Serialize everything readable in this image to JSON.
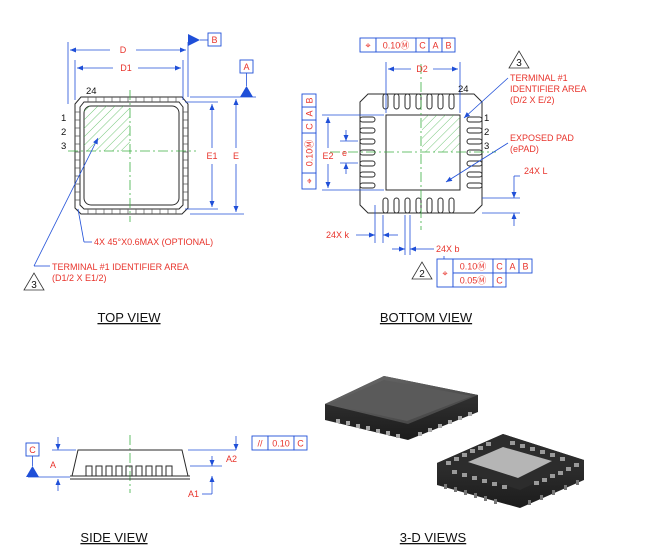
{
  "top_view": {
    "title": "TOP VIEW",
    "label_D": "D",
    "label_D1": "D1",
    "label_E": "E",
    "label_E1": "E1",
    "pin_24": "24",
    "pin_1": "1",
    "pin_2": "2",
    "pin_3": "3",
    "datum_A": "A",
    "datum_B": "B",
    "chamfer_note": "4X 45°X0.6MAX (OPTIONAL)",
    "terminal_note_line1": "TERMINAL #1 IDENTIFIER AREA",
    "terminal_note_line2": "(D1/2 X E1/2)",
    "note_3": "3"
  },
  "bottom_view": {
    "title": "BOTTOM VIEW",
    "label_D2": "D2",
    "label_E2": "E2",
    "label_e": "e",
    "pin_24": "24",
    "pin_1": "1",
    "pin_2": "2",
    "pin_3": "3",
    "note_3": "3",
    "note_2": "2",
    "fcf_top": [
      "⌖",
      "0.10Ⓜ",
      "C",
      "A",
      "B"
    ],
    "fcf_left": [
      "⌖",
      "0.10Ⓜ",
      "C",
      "A",
      "B"
    ],
    "fcf_b_row1": [
      "⌖",
      "0.10Ⓜ",
      "C",
      "A",
      "B"
    ],
    "fcf_b_row2": [
      "0.05Ⓜ",
      "C"
    ],
    "terminal_note_line1": "TERMINAL #1",
    "terminal_note_line2": "IDENTIFIER AREA",
    "terminal_note_line3": "(D/2 X E/2)",
    "exposed_pad_line1": "EXPOSED PAD",
    "exposed_pad_line2": "(ePAD)",
    "label_24xL": "24X L",
    "label_24xk": "24X k",
    "label_24xb": "24X b"
  },
  "side_view": {
    "title": "SIDE VIEW",
    "datum_C": "C",
    "label_A": "A",
    "label_A1": "A1",
    "label_A2": "A2",
    "fcf_parallel": [
      "//",
      "0.10",
      "C"
    ]
  },
  "three_d": {
    "title": "3-D VIEWS"
  }
}
